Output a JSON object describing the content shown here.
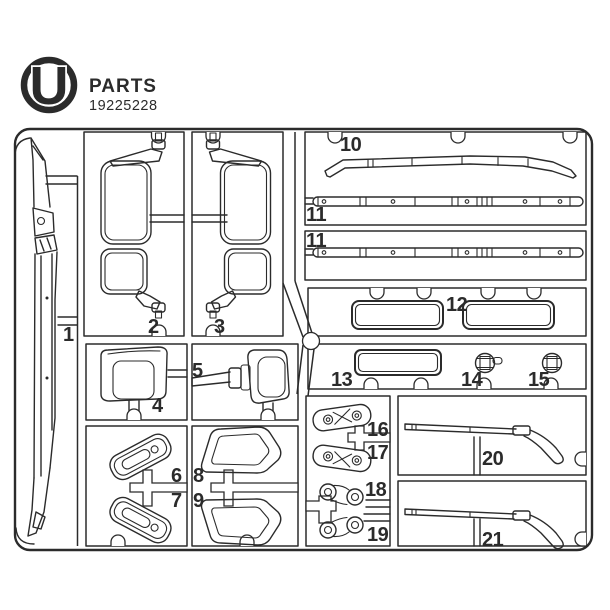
{
  "header": {
    "logo_letter": "U",
    "title": "PARTS",
    "part_number": "19225228"
  },
  "colors": {
    "line": "#2b2b2b",
    "background": "#ffffff"
  },
  "callouts": [
    {
      "label": "1"
    },
    {
      "label": "2"
    },
    {
      "label": "3"
    },
    {
      "label": "4"
    },
    {
      "label": "5"
    },
    {
      "label": "6"
    },
    {
      "label": "7"
    },
    {
      "label": "8"
    },
    {
      "label": "9"
    },
    {
      "label": "10"
    },
    {
      "label": "11"
    },
    {
      "label": "11"
    },
    {
      "label": "12"
    },
    {
      "label": "13"
    },
    {
      "label": "14"
    },
    {
      "label": "15"
    },
    {
      "label": "16"
    },
    {
      "label": "17"
    },
    {
      "label": "18"
    },
    {
      "label": "19"
    },
    {
      "label": "20"
    },
    {
      "label": "21"
    }
  ]
}
